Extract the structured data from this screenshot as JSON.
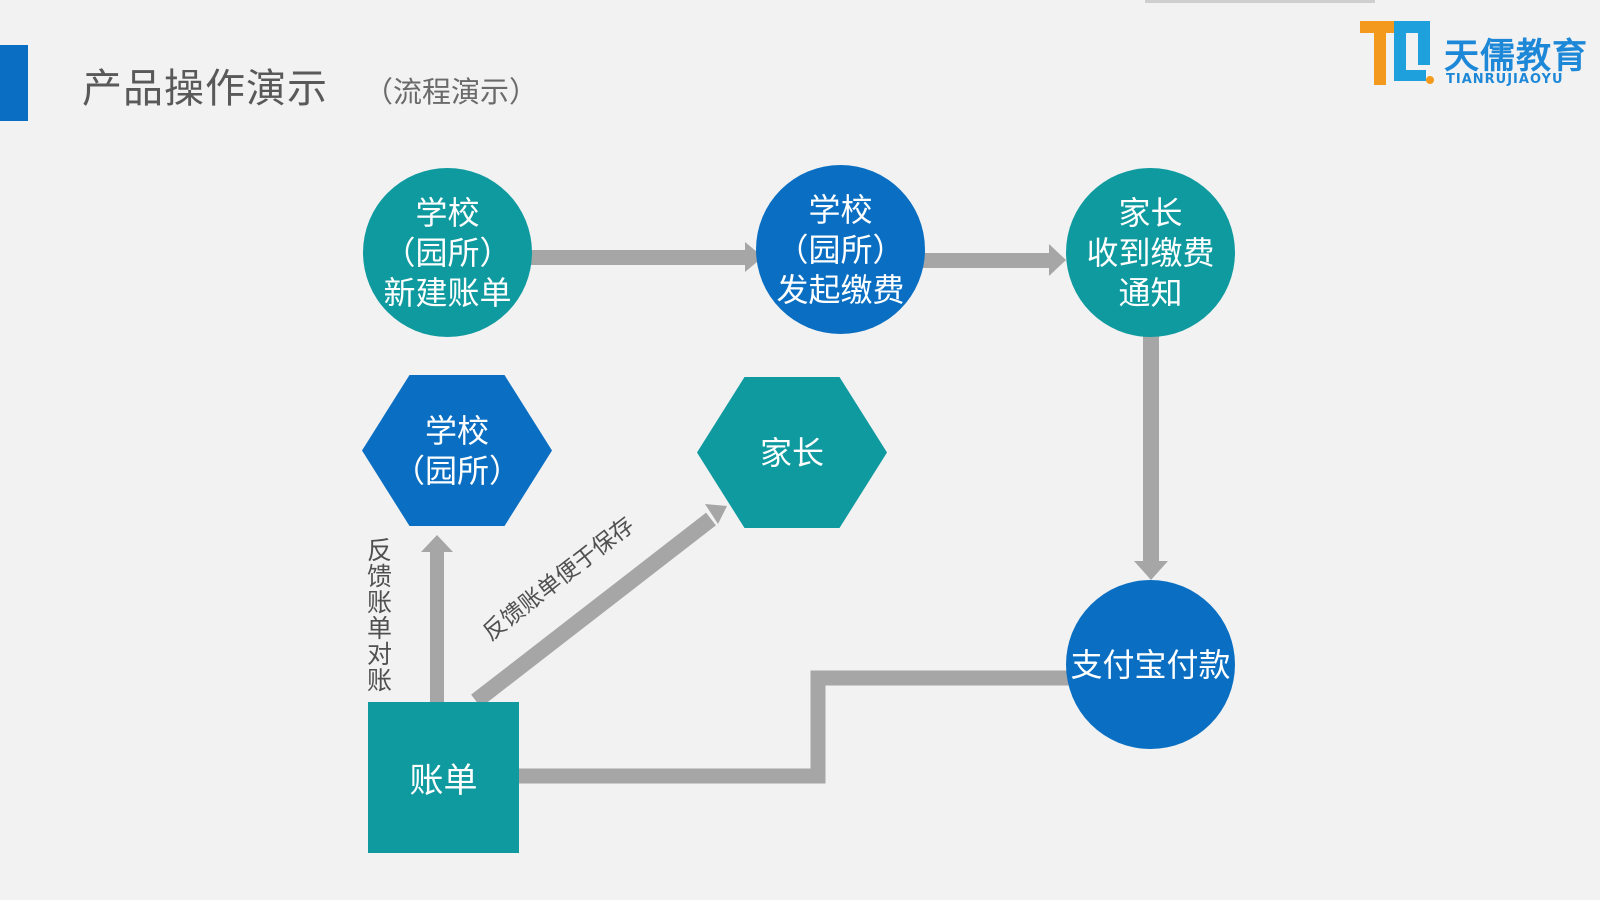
{
  "header": {
    "title": "产品操作演示",
    "subtitle": "（流程演示）"
  },
  "logo": {
    "cn_text": "天儒教育",
    "en_text": "TIANRUJIAOYU",
    "mark_colors": [
      "#f39a1e",
      "#1ea0dc"
    ]
  },
  "nodes": {
    "school_create": "学校\n（园所）\n新建账单",
    "school_initiate": "学校\n（园所）\n发起缴费",
    "parent_notice": "家长\n收到缴费\n通知",
    "alipay": "支付宝付款",
    "school_hex": "学校\n（园所）",
    "parent_hex": "家长",
    "bill": "账单"
  },
  "edge_labels": {
    "feedback_school": "反馈账单对账",
    "feedback_parent": "反馈账单便于保存"
  },
  "colors": {
    "background": "#f2f2f2",
    "accent": "#0a6fc2",
    "teal": "#0e9a9f",
    "blue": "#0a6fc2",
    "arrow": "#a6a6a6"
  }
}
